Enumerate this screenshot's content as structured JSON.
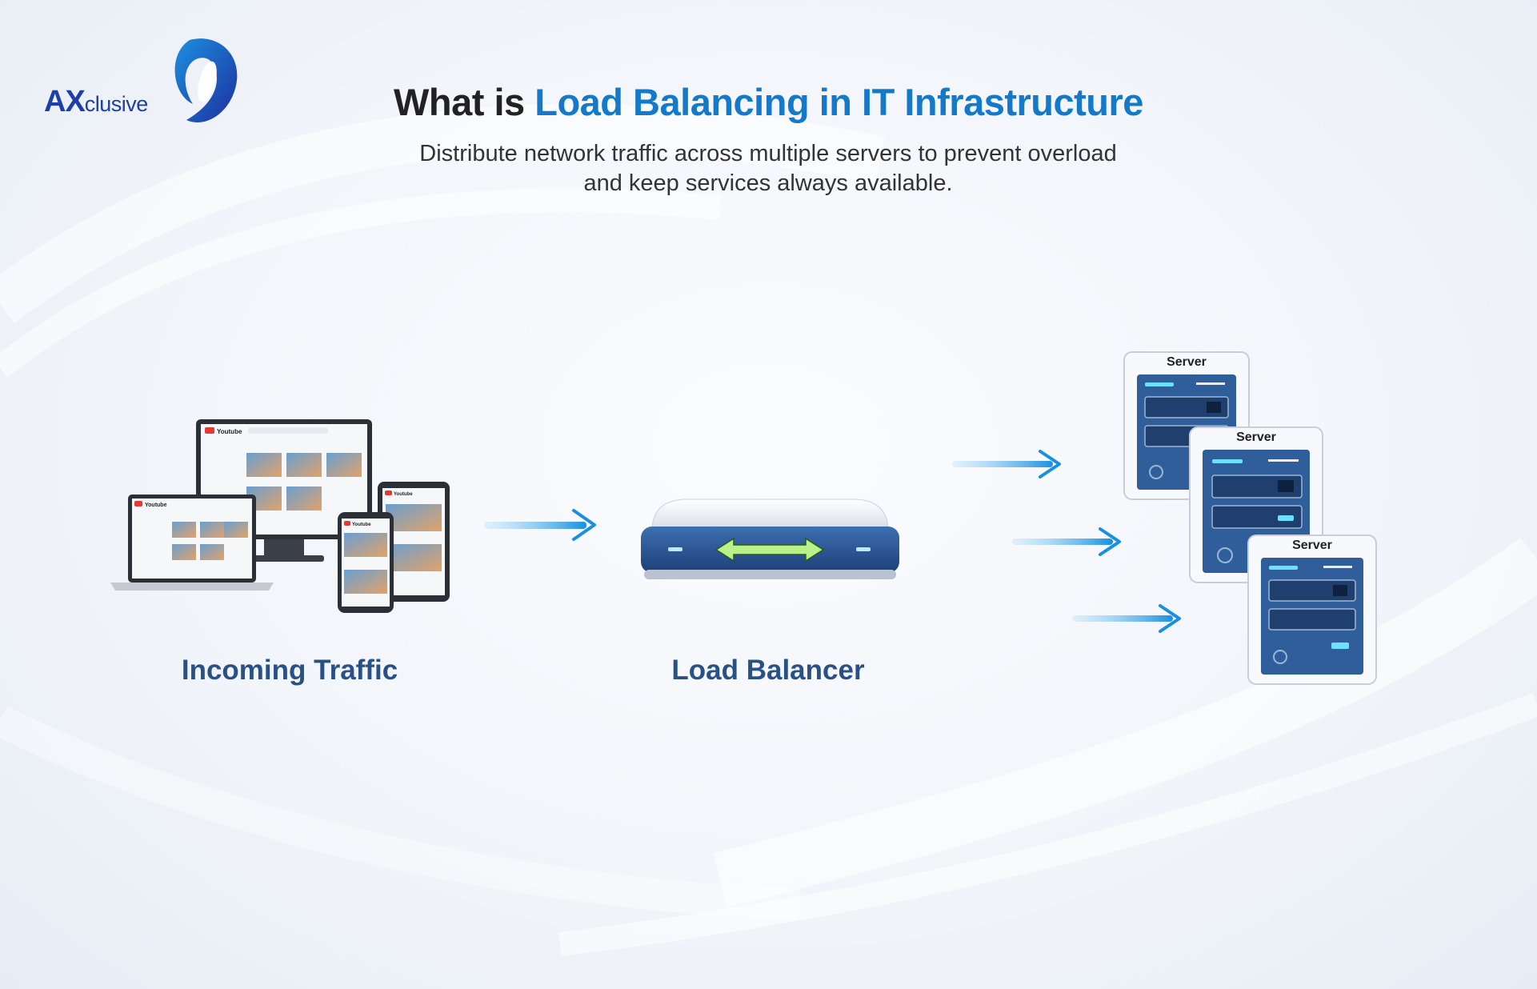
{
  "brand": {
    "logo_prefix": "AX",
    "logo_suffix": "clusive",
    "colors": {
      "navy": "#1f3fa6",
      "accent": "#1479c9",
      "label": "#2a5185"
    }
  },
  "header": {
    "title_plain": "What is ",
    "title_highlight": "Load Balancing in IT Infrastructure",
    "subtitle_line1": "Distribute network traffic across multiple servers to prevent overload",
    "subtitle_line2": "and keep services always available."
  },
  "diagram": {
    "incoming_label": "Incoming Traffic",
    "balancer_label": "Load Balancer",
    "server_label": "Server",
    "device_brand": "Youtube"
  }
}
